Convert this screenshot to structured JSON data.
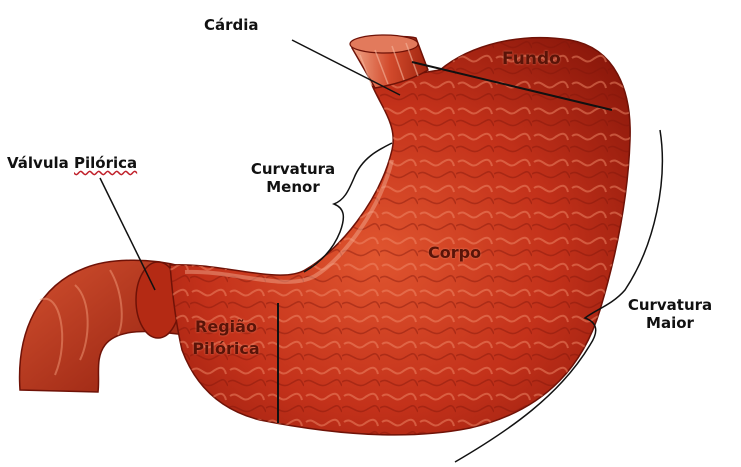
{
  "labels": {
    "cardia": "Cárdia",
    "fundo": "Fundo",
    "valvula_prefix": "Válvula ",
    "valvula_underlined": "Pilórica",
    "curvatura_menor_1": "Curvatura",
    "curvatura_menor_2": "Menor",
    "corpo": "Corpo",
    "regiao_pilorica_1": "Região",
    "regiao_pilorica_2": "Pilórica",
    "curvatura_maior_1": "Curvatura",
    "curvatura_maior_2": "Maior"
  },
  "colors": {
    "stomach_dark": "#8e1a0c",
    "stomach_mid": "#c8341a",
    "stomach_light": "#e46a45",
    "line": "#111111"
  }
}
